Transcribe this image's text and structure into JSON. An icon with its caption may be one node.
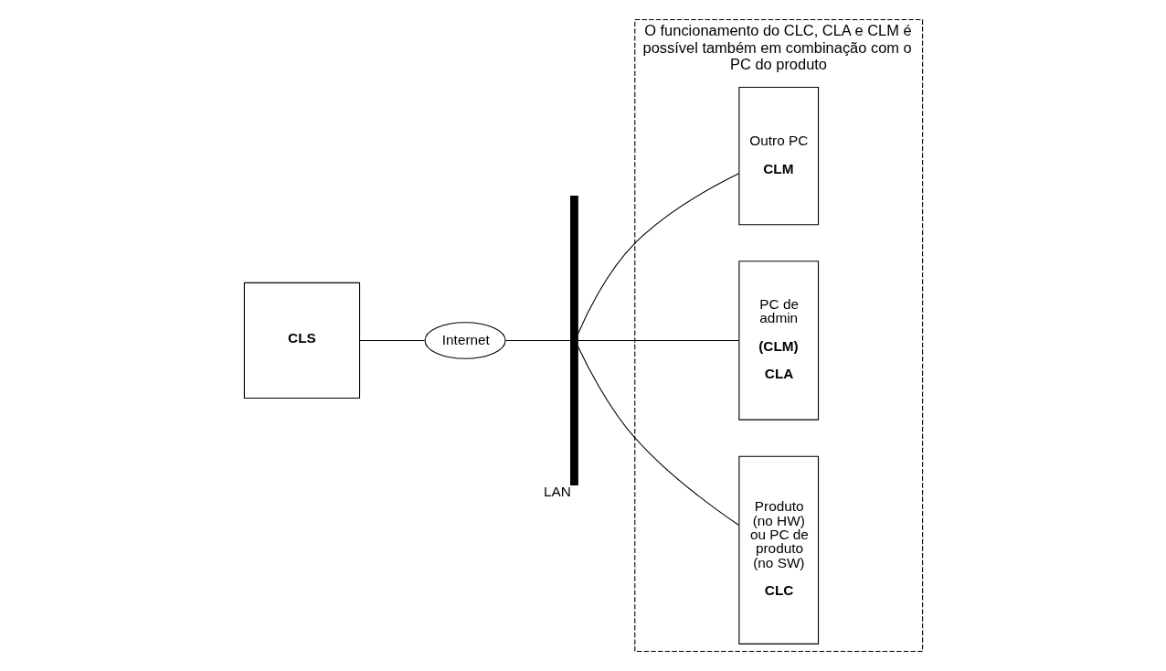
{
  "diagram": {
    "nodes": [
      {
        "text": [
          "CLS"
        ]
      },
      {
        "text": [
          "Internet"
        ]
      },
      {
        "text": [
          "LAN"
        ]
      },
      {
        "text": [
          "O funcionamento do CLC, CLA e CLM é possível também em combinação com o PC do produto"
        ]
      },
      {
        "text": [
          "Outro PC",
          "CLM"
        ],
        "in": 3
      },
      {
        "text": [
          "PC de admin",
          "(CLM)",
          "CLA"
        ],
        "in": 3
      },
      {
        "text": [
          "Produto (no HW) ou PC de produto (no SW)",
          "CLC"
        ],
        "in": 3
      }
    ],
    "edges": [
      {
        "from": 0,
        "to": 1,
        "arrow": "none"
      },
      {
        "from": 1,
        "to": 2,
        "arrow": "none"
      },
      {
        "from": 2,
        "to": 4,
        "arrow": "none"
      },
      {
        "from": 2,
        "to": 5,
        "arrow": "none"
      },
      {
        "from": 2,
        "to": 6,
        "arrow": "none"
      }
    ]
  }
}
